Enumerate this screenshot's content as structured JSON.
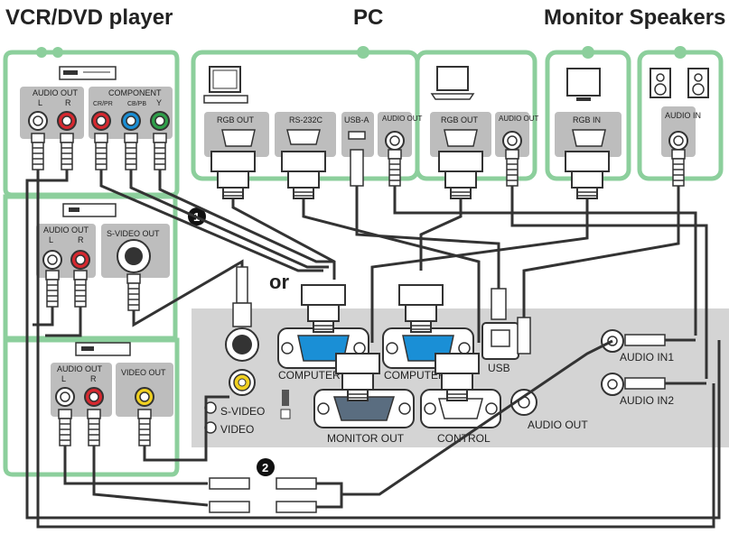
{
  "headers": {
    "vcr_dvd": "VCR/DVD player",
    "pc": "PC",
    "monitor_speakers": "Monitor Speakers"
  },
  "vcr_dvd_panel": {
    "group1": {
      "audio_out": "AUDIO OUT",
      "l": "L",
      "r": "R",
      "component": "COMPONENT",
      "cr": "CR/PR",
      "cb": "CB/PB",
      "y": "Y"
    },
    "group2": {
      "audio_out": "AUDIO OUT",
      "l": "L",
      "r": "R",
      "svideo_out": "S-VIDEO OUT"
    },
    "group3": {
      "audio_out": "AUDIO OUT",
      "l": "L",
      "r": "R",
      "video_out": "VIDEO OUT"
    }
  },
  "pc_panel": {
    "rgb_out_1": "RGB OUT",
    "rs232c": "RS-232C",
    "usb_a": "USB-A",
    "audio_out_1": "AUDIO OUT",
    "rgb_out_2": "RGB OUT",
    "audio_out_2": "AUDIO OUT"
  },
  "monitor_panel": {
    "rgb_in": "RGB IN"
  },
  "speakers_panel": {
    "audio_in": "AUDIO IN"
  },
  "projector": {
    "or": "or",
    "computer_in1": "COMPUTER IN1",
    "computer_in2": "COMPUTER IN2",
    "usb": "USB",
    "audio_in1": "AUDIO IN1",
    "audio_in2": "AUDIO IN2",
    "s_video": "S-VIDEO",
    "video": "VIDEO",
    "monitor_out": "MONITOR OUT",
    "control": "CONTROL",
    "audio_out": "AUDIO OUT"
  },
  "markers": {
    "m1": "1",
    "m2": "2"
  },
  "colors": {
    "panel_border": "#8ccf9c",
    "port_box": "#bdbdbd",
    "projector_panel": "#d4d4d4",
    "vga_blue": "#1a8fd6",
    "rca_red": "#d7282f",
    "rca_blue": "#1a8fd6",
    "rca_green": "#2ea04a",
    "rca_yellow": "#f0d020",
    "cable": "#333333"
  }
}
